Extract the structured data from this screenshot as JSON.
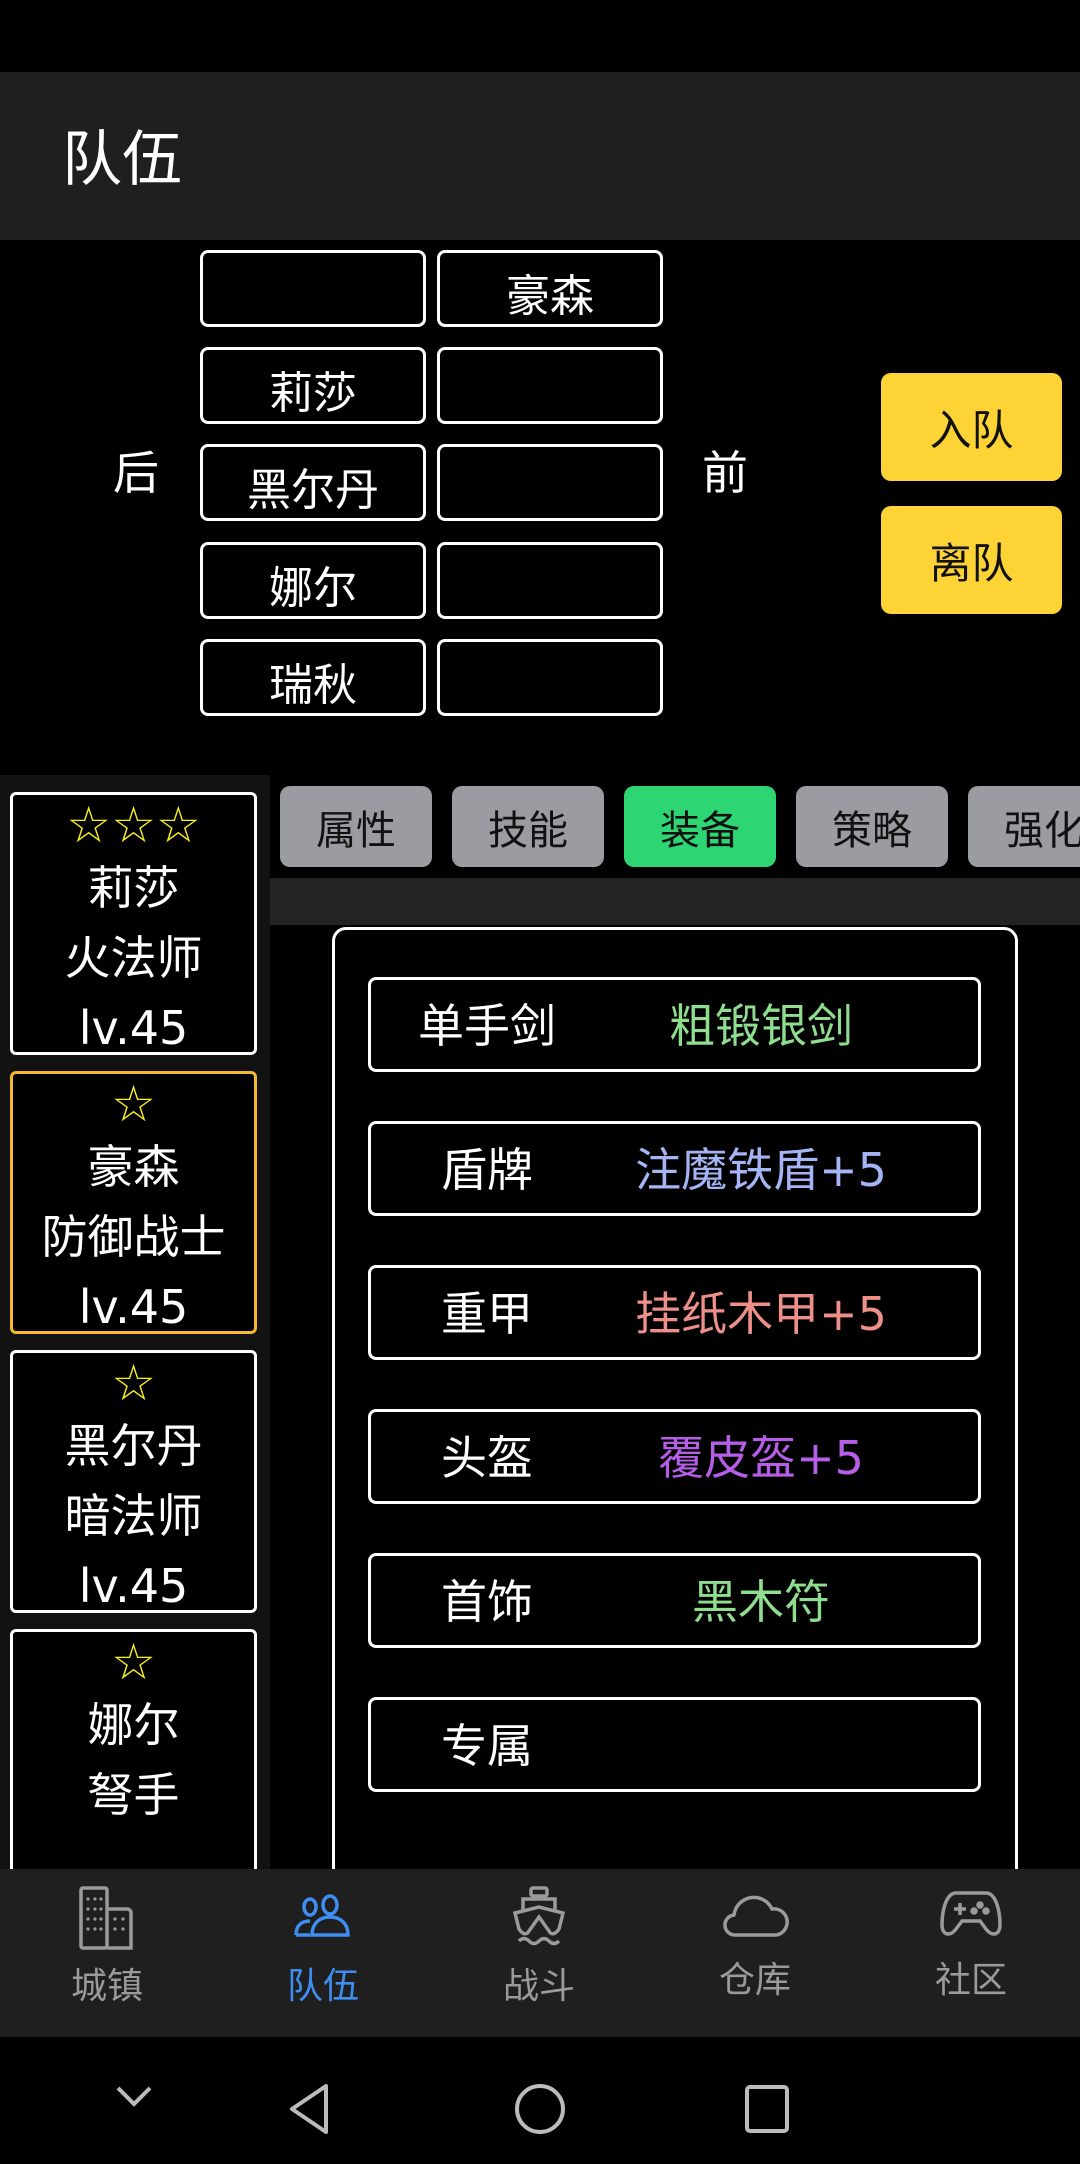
{
  "header": {
    "title": "队伍"
  },
  "formation": {
    "back_label": "后",
    "front_label": "前",
    "rows": [
      [
        "",
        "豪森"
      ],
      [
        "莉莎",
        ""
      ],
      [
        "黑尔丹",
        ""
      ],
      [
        "娜尔",
        ""
      ],
      [
        "瑞秋",
        ""
      ]
    ],
    "join_button": "入队",
    "leave_button": "离队"
  },
  "members": [
    {
      "stars": "☆☆☆",
      "name": "莉莎",
      "class": "火法师",
      "level": "lv.45",
      "selected": false
    },
    {
      "stars": "☆",
      "name": "豪森",
      "class": "防御战士",
      "level": "lv.45",
      "selected": true
    },
    {
      "stars": "☆",
      "name": "黑尔丹",
      "class": "暗法师",
      "level": "lv.45",
      "selected": false
    },
    {
      "stars": "☆",
      "name": "娜尔",
      "class": "弩手",
      "level": "",
      "selected": false
    }
  ],
  "tabs": [
    {
      "label": "属性"
    },
    {
      "label": "技能"
    },
    {
      "label": "装备",
      "active": true
    },
    {
      "label": "策略"
    },
    {
      "label": "强化"
    }
  ],
  "equipment": [
    {
      "slot": "单手剑",
      "item": "粗锻银剑",
      "color": "#8fdd8f"
    },
    {
      "slot": "盾牌",
      "item": "注魔铁盾+5",
      "color": "#a4b4f4"
    },
    {
      "slot": "重甲",
      "item": "挂纸木甲+5",
      "color": "#ee8f8a"
    },
    {
      "slot": "头盔",
      "item": "覆皮盔+5",
      "color": "#b65ee8"
    },
    {
      "slot": "首饰",
      "item": "黑木符",
      "color": "#8fdd8f"
    },
    {
      "slot": "专属",
      "item": "",
      "color": "#ffffff"
    }
  ],
  "bottom_nav": [
    {
      "label": "城镇",
      "icon": "building-icon"
    },
    {
      "label": "队伍",
      "icon": "team-icon",
      "active": true
    },
    {
      "label": "战斗",
      "icon": "ship-icon"
    },
    {
      "label": "仓库",
      "icon": "cloud-icon"
    },
    {
      "label": "社区",
      "icon": "gamepad-icon"
    }
  ],
  "colors": {
    "accent": "#3d8ef0",
    "button_yellow": "#fdd336",
    "tab_active": "#2ed573",
    "selected_border": "#f5b82e"
  }
}
